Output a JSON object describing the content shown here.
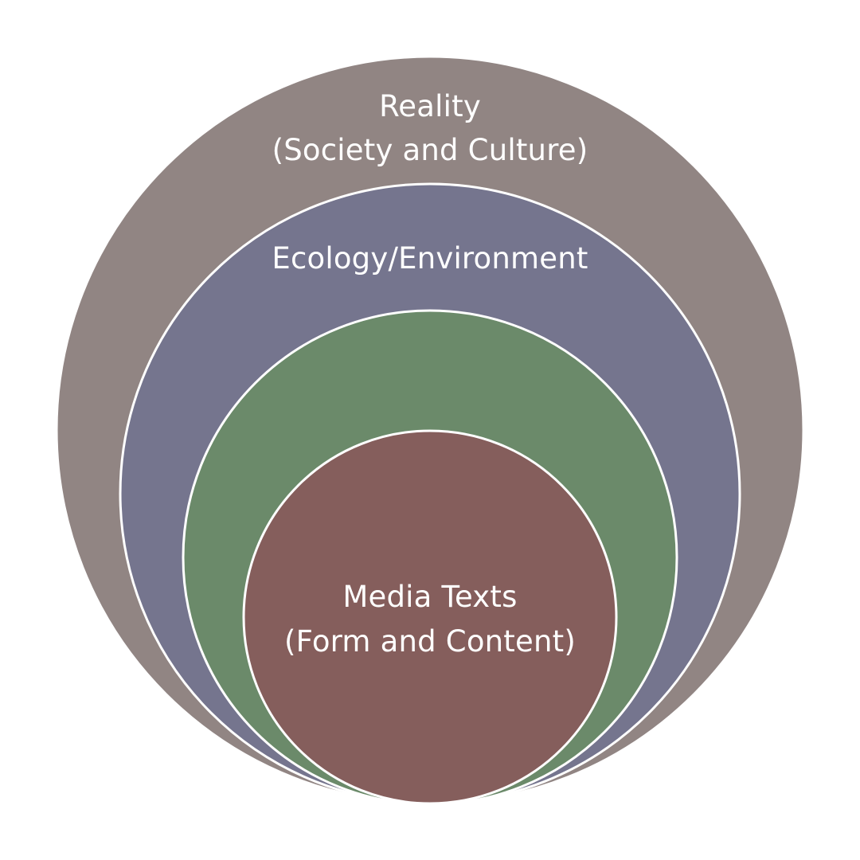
{
  "diagram": {
    "layers": [
      {
        "id": "reality",
        "lines": [
          "Reality",
          "(Society and Culture)"
        ],
        "color": "#918583"
      },
      {
        "id": "ecology",
        "lines": [
          "Ecology/Environment"
        ],
        "color": "#75758e"
      },
      {
        "id": "middle",
        "lines": [],
        "color": "#6b8a6a"
      },
      {
        "id": "media",
        "lines": [
          "Media Texts",
          "(Form and Content)"
        ],
        "color": "#855e5c"
      }
    ],
    "stroke_color": "#ffffff"
  }
}
